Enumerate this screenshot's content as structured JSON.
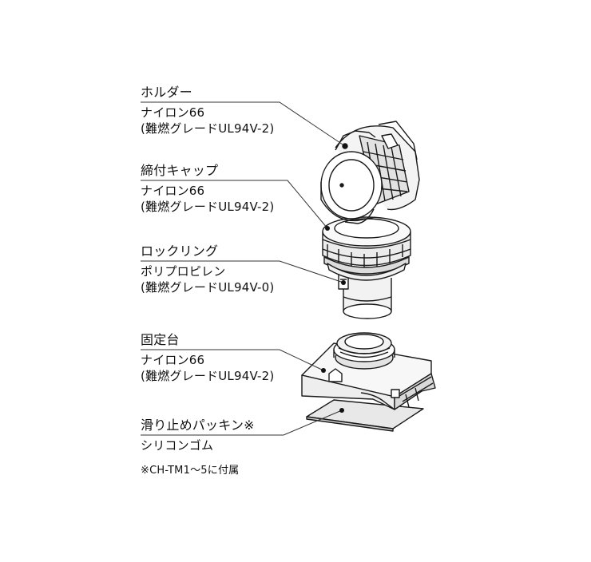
{
  "parts": [
    {
      "name": "ホルダー",
      "material": "ナイロン66",
      "grade": "(難燃グレードUL94V-2)"
    },
    {
      "name": "締付キャップ",
      "material": "ナイロン66",
      "grade": "(難燃グレードUL94V-2)"
    },
    {
      "name": "ロックリング",
      "material": "ポリプロピレン",
      "grade": "(難燃グレードUL94V-0)"
    },
    {
      "name": "固定台",
      "material": "ナイロン66",
      "grade": "(難燃グレードUL94V-2)"
    },
    {
      "name": "滑り止めパッキン※",
      "material": "シリコンゴム",
      "grade": ""
    }
  ],
  "footnote": "※CH-TM1～5に付属"
}
